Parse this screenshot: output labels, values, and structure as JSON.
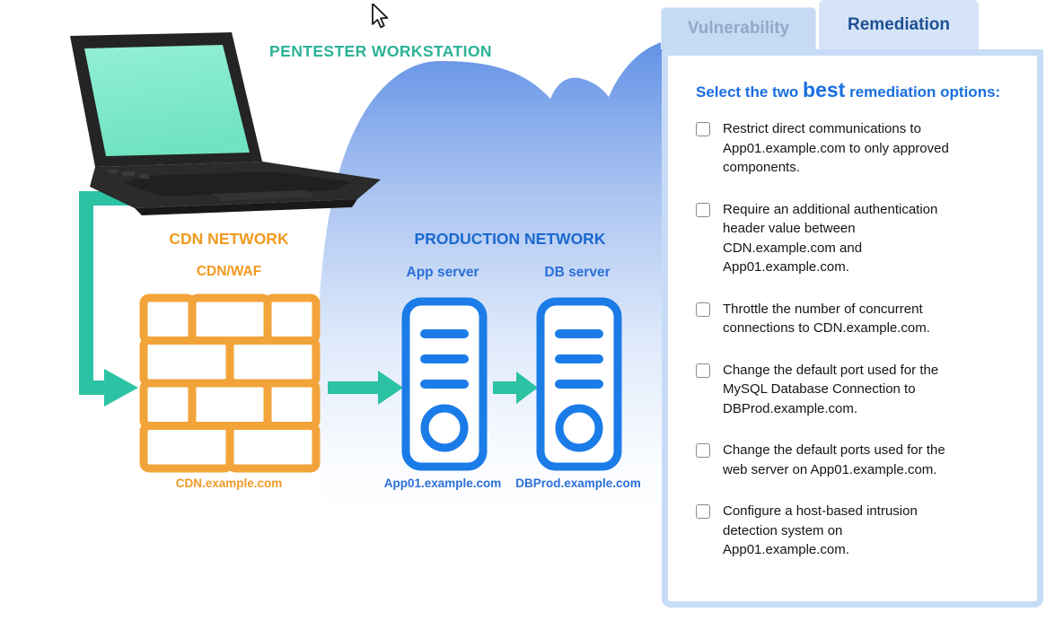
{
  "diagram": {
    "workstation_label": "PENTESTER WORKSTATION",
    "cdn": {
      "network_title": "CDN NETWORK",
      "device_label": "CDN/WAF",
      "hostname": "CDN.example.com"
    },
    "production": {
      "network_title": "PRODUCTION NETWORK",
      "app_server": {
        "label": "App server",
        "hostname": "App01.example.com"
      },
      "db_server": {
        "label": "DB server",
        "hostname": "DBProd.example.com"
      }
    },
    "colors": {
      "teal_accent": "#2cc2a4",
      "orange_accent": "#f2a43a",
      "blue_accent": "#1b7ce8",
      "workstation_text": "#2bb296",
      "cloud_top": "#6090e6"
    }
  },
  "panel": {
    "tabs": [
      {
        "label": "Vulnerability",
        "active": false
      },
      {
        "label": "Remediation",
        "active": true
      }
    ],
    "prompt": {
      "prefix": "Select the two",
      "emphasis": "best",
      "suffix": "remediation options:"
    },
    "options": [
      {
        "checked": false,
        "lines": [
          "Restrict direct communications to",
          "App01.example.com to only approved",
          "components."
        ]
      },
      {
        "checked": false,
        "lines": [
          "Require an additional authentication",
          "header value between",
          "CDN.example.com and",
          "App01.example.com."
        ]
      },
      {
        "checked": false,
        "lines": [
          "Throttle the number of concurrent",
          "connections to CDN.example.com."
        ]
      },
      {
        "checked": false,
        "lines": [
          "Change the default port used for the",
          "MySQL Database Connection to",
          "DBProd.example.com."
        ]
      },
      {
        "checked": false,
        "lines": [
          "Change the default ports used for the",
          "web server on App01.example.com."
        ]
      },
      {
        "checked": false,
        "lines": [
          "Configure a host-based intrusion",
          "detection system on",
          "App01.example.com."
        ]
      }
    ]
  }
}
